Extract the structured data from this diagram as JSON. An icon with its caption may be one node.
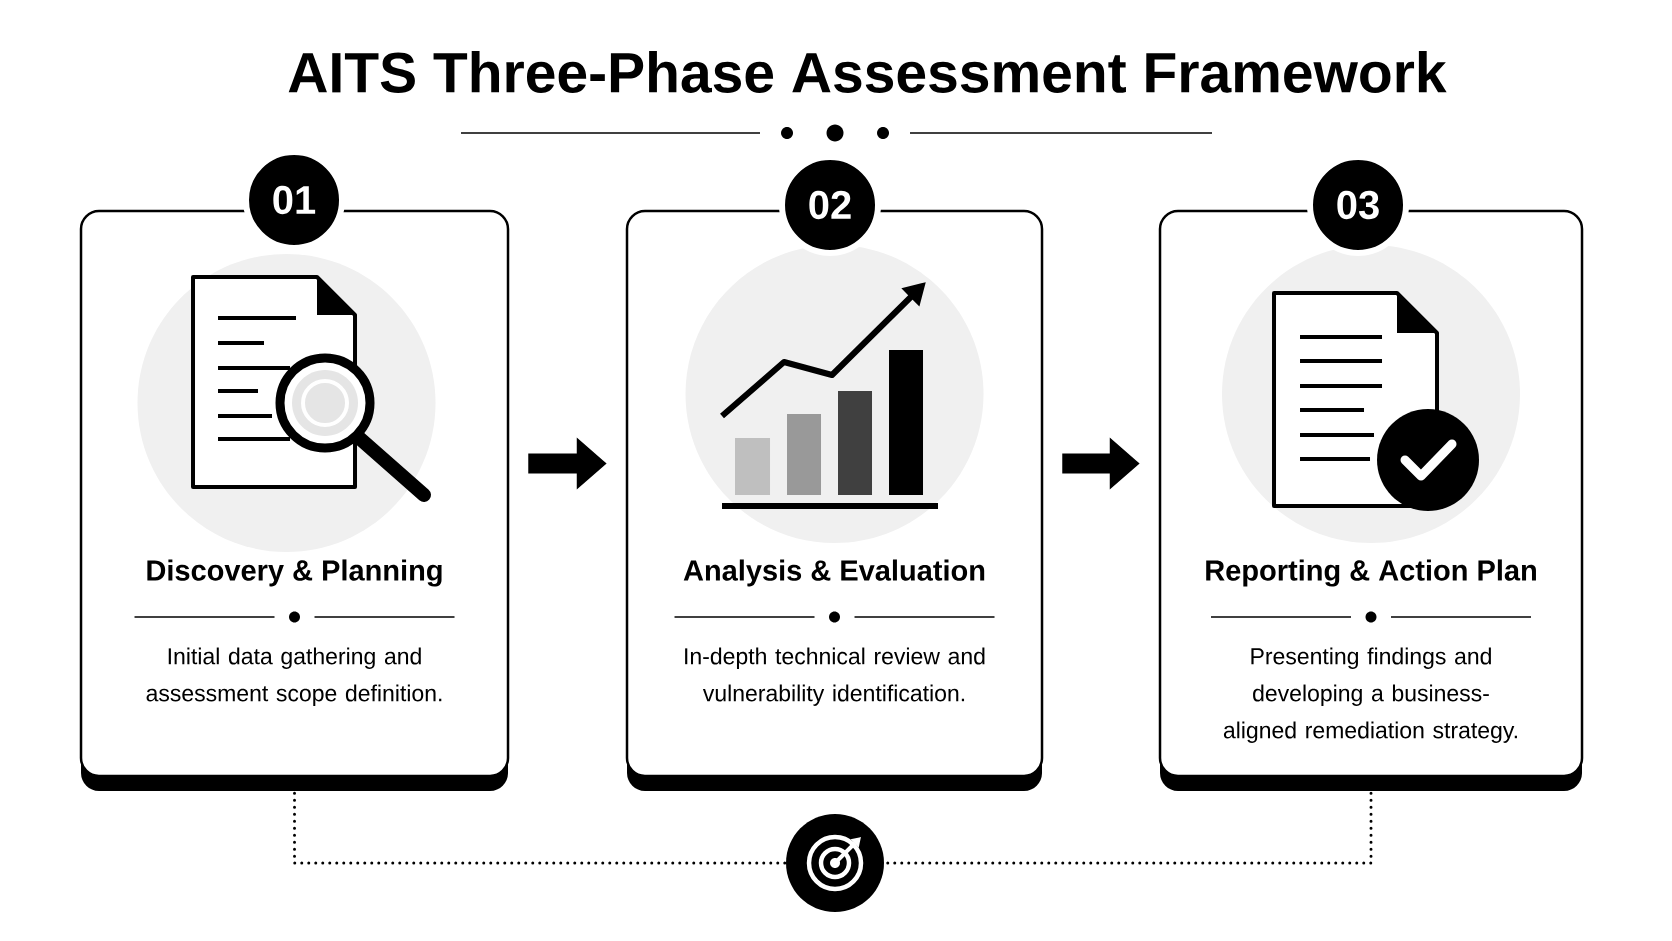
{
  "diagram": {
    "title": "AITS Three-Phase Assessment Framework",
    "nodes": [
      {
        "text": [
          "01"
        ]
      },
      {
        "text": [
          "Discovery & Planning",
          "Initial data gathering and assessment scope definition."
        ]
      },
      {
        "text": [
          "02"
        ]
      },
      {
        "text": [
          "Analysis & Evaluation",
          "In-depth technical review and vulnerability identification."
        ]
      },
      {
        "text": [
          "03"
        ]
      },
      {
        "text": [
          "Reporting & Action Plan",
          "Presenting findings and developing a business-aligned remediation strategy."
        ]
      },
      {
        "text": [],
        "shape": "circle"
      }
    ],
    "edges": [
      {
        "from": 1,
        "to": 3,
        "arrow": "to",
        "style": "thick"
      },
      {
        "from": 3,
        "to": 5,
        "arrow": "to",
        "style": "thick"
      },
      {
        "from": 1,
        "to": 6,
        "arrow": "none",
        "style": "dashed"
      },
      {
        "from": 5,
        "to": 6,
        "arrow": "none",
        "style": "dashed"
      }
    ]
  }
}
